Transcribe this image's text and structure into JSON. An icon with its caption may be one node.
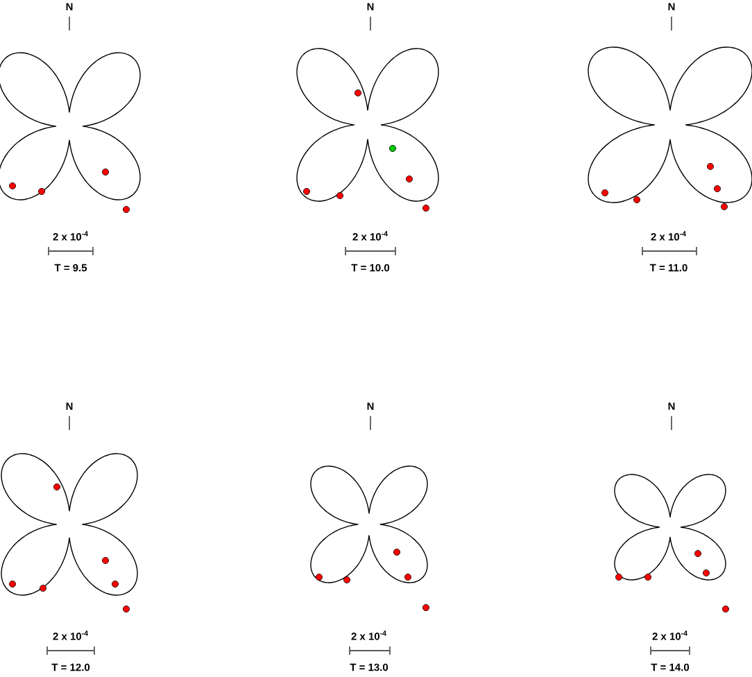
{
  "diagram": {
    "labels": [
      "N",
      "2 x 10$^{-4}$",
      "T = 9.5",
      "N",
      "2 x 10$^{-4}$",
      "T = 10.0",
      "N",
      "2 x 10$^{-4}$",
      "T = 11.0",
      "N",
      "2 x 10$^{-4}$",
      "T = 12.0",
      "N",
      "2 x 10$^{-4}$",
      "T = 13.0",
      "N",
      "2 x 10$^{-4}$",
      "T = 14.0"
    ]
  }
}
